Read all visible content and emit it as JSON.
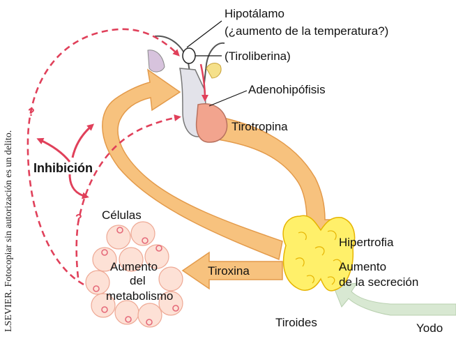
{
  "sidebar_text": "LSEVIER. Fotocopiar sin autorización es un delito.",
  "labels": {
    "hipotalamo": "Hipotálamo",
    "aumento_temperatura": "(¿aumento de la temperatura?)",
    "tiroliberina": "(Tiroliberina)",
    "adenohipofisis": "Adenohipófisis",
    "tirotropina": "Tirotropina",
    "inhibicion": "Inhibición",
    "celulas": "Células",
    "aumento_metabolismo_1": "Aumento",
    "aumento_metabolismo_2": "del",
    "aumento_metabolismo_3": "metabolismo",
    "tiroxina": "Tiroxina",
    "hipertrofia": "Hipertrofia",
    "aumento_secrecion_1": "Aumento",
    "aumento_secrecion_2": "de la secreción",
    "tiroides": "Tiroides",
    "yodo": "Yodo",
    "question_mark": "?"
  },
  "colors": {
    "orange_arrow": "#f7c27e",
    "orange_arrow_stroke": "#e39a4a",
    "dashed_red": "#e0405a",
    "thyroid": "#fff06a",
    "thyroid_stroke": "#e6b400",
    "cells": "#fde1d6",
    "cells_stroke": "#eea894",
    "nucleus": "#e56a7a",
    "pituitary_anterior": "#f2a48e",
    "pituitary_posterior": "#e3e3ea",
    "iodine_arrow": "#d8e8d2"
  }
}
